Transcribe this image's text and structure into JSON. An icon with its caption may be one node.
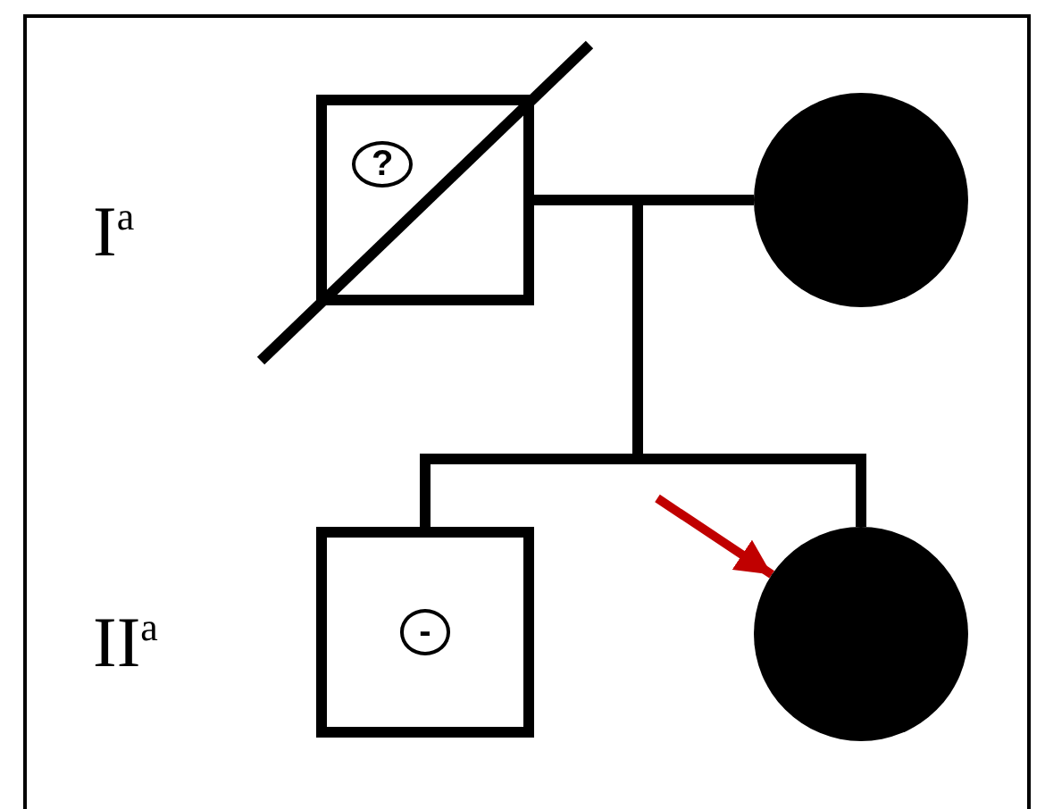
{
  "diagram": {
    "nodes": [
      {
        "text": [
          "?"
        ]
      },
      {
        "text": [],
        "shape": "circle"
      },
      {
        "text": [
          "-"
        ]
      },
      {
        "text": [],
        "shape": "circle"
      }
    ],
    "edges": [
      {
        "from": 0,
        "to": 1,
        "arrow": "none"
      },
      {
        "from": null,
        "to": 2,
        "arrow": "none"
      },
      {
        "from": null,
        "to": 3,
        "arrow": "none"
      },
      {
        "from": null,
        "to": 3,
        "arrow": "to",
        "color": "#c00000"
      }
    ],
    "labels": [
      "I$^{a}$",
      "II$^{a}$"
    ]
  }
}
